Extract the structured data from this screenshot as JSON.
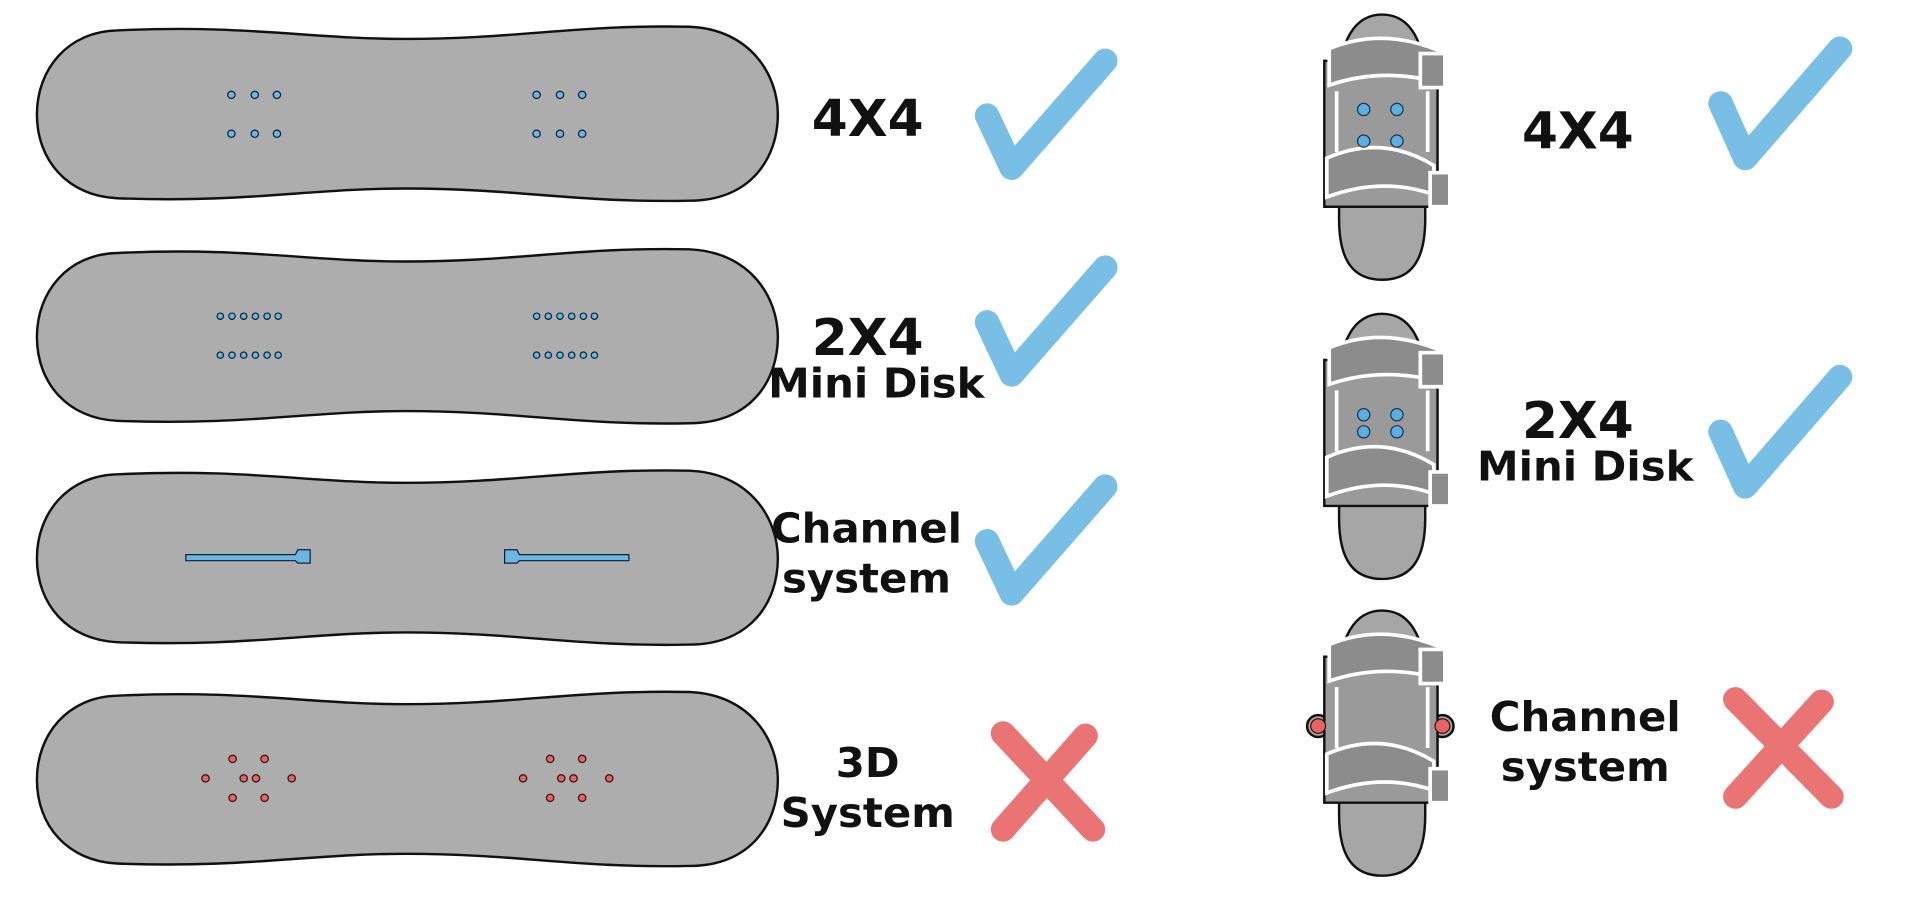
{
  "colors": {
    "compatible": "#6ab8e2",
    "incompatible": "#e86464",
    "board": "#adadad"
  },
  "boards": [
    {
      "label": "4X4",
      "sublabel": null,
      "status": "compatible",
      "icon": "check-icon"
    },
    {
      "label": "2X4",
      "sublabel": "Mini Disk",
      "status": "compatible",
      "icon": "check-icon"
    },
    {
      "label": "Channel",
      "sublabel": "system",
      "status": "compatible",
      "icon": "check-icon"
    },
    {
      "label": "3D",
      "sublabel": "System",
      "status": "incompatible",
      "icon": "cross-icon"
    }
  ],
  "bindings": [
    {
      "label": "4X4",
      "sublabel": null,
      "status": "compatible",
      "icon": "check-icon"
    },
    {
      "label": "2X4",
      "sublabel": "Mini Disk",
      "status": "compatible",
      "icon": "check-icon"
    },
    {
      "label": "Channel",
      "sublabel": "system",
      "status": "incompatible",
      "icon": "cross-icon"
    }
  ]
}
